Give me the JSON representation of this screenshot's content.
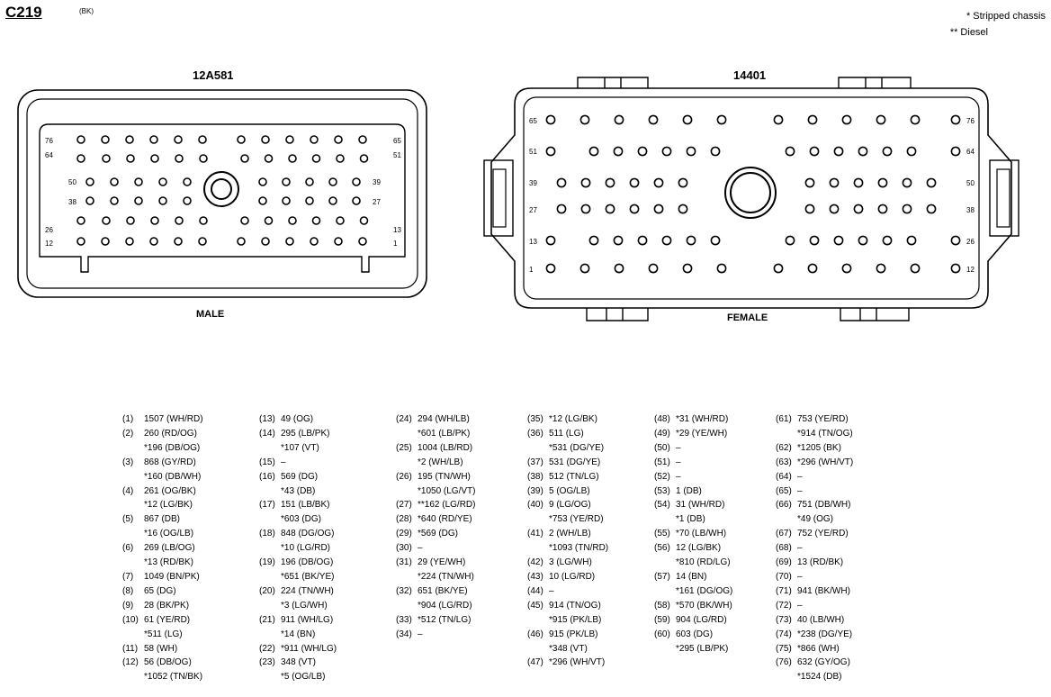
{
  "connector": {
    "id": "C219",
    "color": "(BK)"
  },
  "notes": [
    "* Stripped chassis",
    "** Diesel"
  ],
  "male": {
    "part": "12A581",
    "label": "MALE",
    "corner_labels": {
      "r1l": "76",
      "r1r": "65",
      "r2l": "64",
      "r2r": "51",
      "r3l": "50",
      "r3r": "39",
      "r4l": "38",
      "r4r": "27",
      "r5l": "26",
      "r5r": "13",
      "r6l": "12",
      "r6r": "1"
    }
  },
  "female": {
    "part": "14401",
    "label": "FEMALE",
    "corner_labels": {
      "r1l": "65",
      "r1r": "76",
      "r2l": "51",
      "r2r": "64",
      "r3l": "39",
      "r3r": "50",
      "r4l": "27",
      "r4r": "38",
      "r5l": "13",
      "r5r": "26",
      "r6l": "1",
      "r6r": "12"
    }
  },
  "pinout_columns": [
    [
      {
        "pin": "(1)",
        "circuit": "1507 (WH/RD)"
      },
      {
        "pin": "(2)",
        "circuit": "260 (RD/OG)",
        "alt": "*196 (DB/OG)"
      },
      {
        "pin": "(3)",
        "circuit": "868 (GY/RD)",
        "alt": "*160 (DB/WH)"
      },
      {
        "pin": "(4)",
        "circuit": "261 (OG/BK)",
        "alt": "*12 (LG/BK)"
      },
      {
        "pin": "(5)",
        "circuit": "867 (DB)",
        "alt": "*16 (OG/LB)"
      },
      {
        "pin": "(6)",
        "circuit": "269 (LB/OG)",
        "alt": "*13 (RD/BK)"
      },
      {
        "pin": "(7)",
        "circuit": "1049 (BN/PK)"
      },
      {
        "pin": "(8)",
        "circuit": "65 (DG)"
      },
      {
        "pin": "(9)",
        "circuit": "28 (BK/PK)"
      },
      {
        "pin": "(10)",
        "circuit": "61 (YE/RD)",
        "alt": "*511 (LG)"
      },
      {
        "pin": "(11)",
        "circuit": "58 (WH)"
      },
      {
        "pin": "(12)",
        "circuit": "56 (DB/OG)",
        "alt": "*1052 (TN/BK)"
      }
    ],
    [
      {
        "pin": "(13)",
        "circuit": "49 (OG)"
      },
      {
        "pin": "(14)",
        "circuit": "295 (LB/PK)",
        "alt": "*107 (VT)"
      },
      {
        "pin": "(15)",
        "circuit": "–"
      },
      {
        "pin": "(16)",
        "circuit": "569 (DG)",
        "alt": "*43 (DB)"
      },
      {
        "pin": "(17)",
        "circuit": "151 (LB/BK)",
        "alt": "*603 (DG)"
      },
      {
        "pin": "(18)",
        "circuit": "848 (DG/OG)",
        "alt": "*10 (LG/RD)"
      },
      {
        "pin": "(19)",
        "circuit": "196 (DB/OG)",
        "alt": "*651 (BK/YE)"
      },
      {
        "pin": "(20)",
        "circuit": "224 (TN/WH)",
        "alt": "*3 (LG/WH)"
      },
      {
        "pin": "(21)",
        "circuit": "911 (WH/LG)",
        "alt": "*14 (BN)"
      },
      {
        "pin": "(22)",
        "circuit": "*911 (WH/LG)"
      },
      {
        "pin": "(23)",
        "circuit": "348 (VT)",
        "alt": "*5 (OG/LB)"
      }
    ],
    [
      {
        "pin": "(24)",
        "circuit": "294 (WH/LB)",
        "alt": "*601 (LB/PK)"
      },
      {
        "pin": "(25)",
        "circuit": "1004 (LB/RD)",
        "alt": "*2 (WH/LB)"
      },
      {
        "pin": "(26)",
        "circuit": "195 (TN/WH)",
        "alt": "*1050 (LG/VT)"
      },
      {
        "pin": "(27)",
        "circuit": "**162 (LG/RD)"
      },
      {
        "pin": "(28)",
        "circuit": "*640 (RD/YE)"
      },
      {
        "pin": "(29)",
        "circuit": "*569 (DG)"
      },
      {
        "pin": "(30)",
        "circuit": "–"
      },
      {
        "pin": "(31)",
        "circuit": "29 (YE/WH)",
        "alt": "*224 (TN/WH)"
      },
      {
        "pin": "(32)",
        "circuit": "651 (BK/YE)",
        "alt": "*904 (LG/RD)"
      },
      {
        "pin": "(33)",
        "circuit": "*512 (TN/LG)"
      },
      {
        "pin": "(34)",
        "circuit": "–"
      }
    ],
    [
      {
        "pin": "(35)",
        "circuit": "*12 (LG/BK)"
      },
      {
        "pin": "(36)",
        "circuit": "511 (LG)",
        "alt": "*531 (DG/YE)"
      },
      {
        "pin": "(37)",
        "circuit": "531 (DG/YE)"
      },
      {
        "pin": "(38)",
        "circuit": "512 (TN/LG)"
      },
      {
        "pin": "(39)",
        "circuit": "5 (OG/LB)"
      },
      {
        "pin": "(40)",
        "circuit": "9 (LG/OG)",
        "alt": "*753 (YE/RD)"
      },
      {
        "pin": "(41)",
        "circuit": "2 (WH/LB)",
        "alt": "*1093 (TN/RD)"
      },
      {
        "pin": "(42)",
        "circuit": "3 (LG/WH)"
      },
      {
        "pin": "(43)",
        "circuit": "10 (LG/RD)"
      },
      {
        "pin": "(44)",
        "circuit": "–"
      },
      {
        "pin": "(45)",
        "circuit": "914 (TN/OG)",
        "alt": "*915 (PK/LB)"
      },
      {
        "pin": "(46)",
        "circuit": "915 (PK/LB)",
        "alt": "*348 (VT)"
      },
      {
        "pin": "(47)",
        "circuit": "*296 (WH/VT)"
      }
    ],
    [
      {
        "pin": "(48)",
        "circuit": "*31 (WH/RD)"
      },
      {
        "pin": "(49)",
        "circuit": "*29 (YE/WH)"
      },
      {
        "pin": "(50)",
        "circuit": "–"
      },
      {
        "pin": "(51)",
        "circuit": "–"
      },
      {
        "pin": "(52)",
        "circuit": "–"
      },
      {
        "pin": "(53)",
        "circuit": "1 (DB)"
      },
      {
        "pin": "(54)",
        "circuit": "31 (WH/RD)",
        "alt": "*1 (DB)"
      },
      {
        "pin": "(55)",
        "circuit": "*70 (LB/WH)"
      },
      {
        "pin": "(56)",
        "circuit": "12 (LG/BK)",
        "alt": "*810 (RD/LG)"
      },
      {
        "pin": "(57)",
        "circuit": "14 (BN)",
        "alt": "*161 (DG/OG)"
      },
      {
        "pin": "(58)",
        "circuit": "*570 (BK/WH)"
      },
      {
        "pin": "(59)",
        "circuit": "904 (LG/RD)"
      },
      {
        "pin": "(60)",
        "circuit": "603 (DG)",
        "alt": "*295 (LB/PK)"
      }
    ],
    [
      {
        "pin": "(61)",
        "circuit": "753 (YE/RD)",
        "alt": "*914 (TN/OG)"
      },
      {
        "pin": "(62)",
        "circuit": "*1205 (BK)"
      },
      {
        "pin": "(63)",
        "circuit": "*296 (WH/VT)"
      },
      {
        "pin": "(64)",
        "circuit": "–"
      },
      {
        "pin": "(65)",
        "circuit": "–"
      },
      {
        "pin": "(66)",
        "circuit": "751 (DB/WH)",
        "alt": "*49 (OG)"
      },
      {
        "pin": "(67)",
        "circuit": "752 (YE/RD)"
      },
      {
        "pin": "(68)",
        "circuit": "–"
      },
      {
        "pin": "(69)",
        "circuit": "13 (RD/BK)"
      },
      {
        "pin": "(70)",
        "circuit": "–"
      },
      {
        "pin": "(71)",
        "circuit": "941 (BK/WH)"
      },
      {
        "pin": "(72)",
        "circuit": "–"
      },
      {
        "pin": "(73)",
        "circuit": "40 (LB/WH)"
      },
      {
        "pin": "(74)",
        "circuit": "*238 (DG/YE)"
      },
      {
        "pin": "(75)",
        "circuit": "*866 (WH)"
      },
      {
        "pin": "(76)",
        "circuit": "632 (GY/OG)",
        "alt": "*1524 (DB)"
      }
    ]
  ]
}
